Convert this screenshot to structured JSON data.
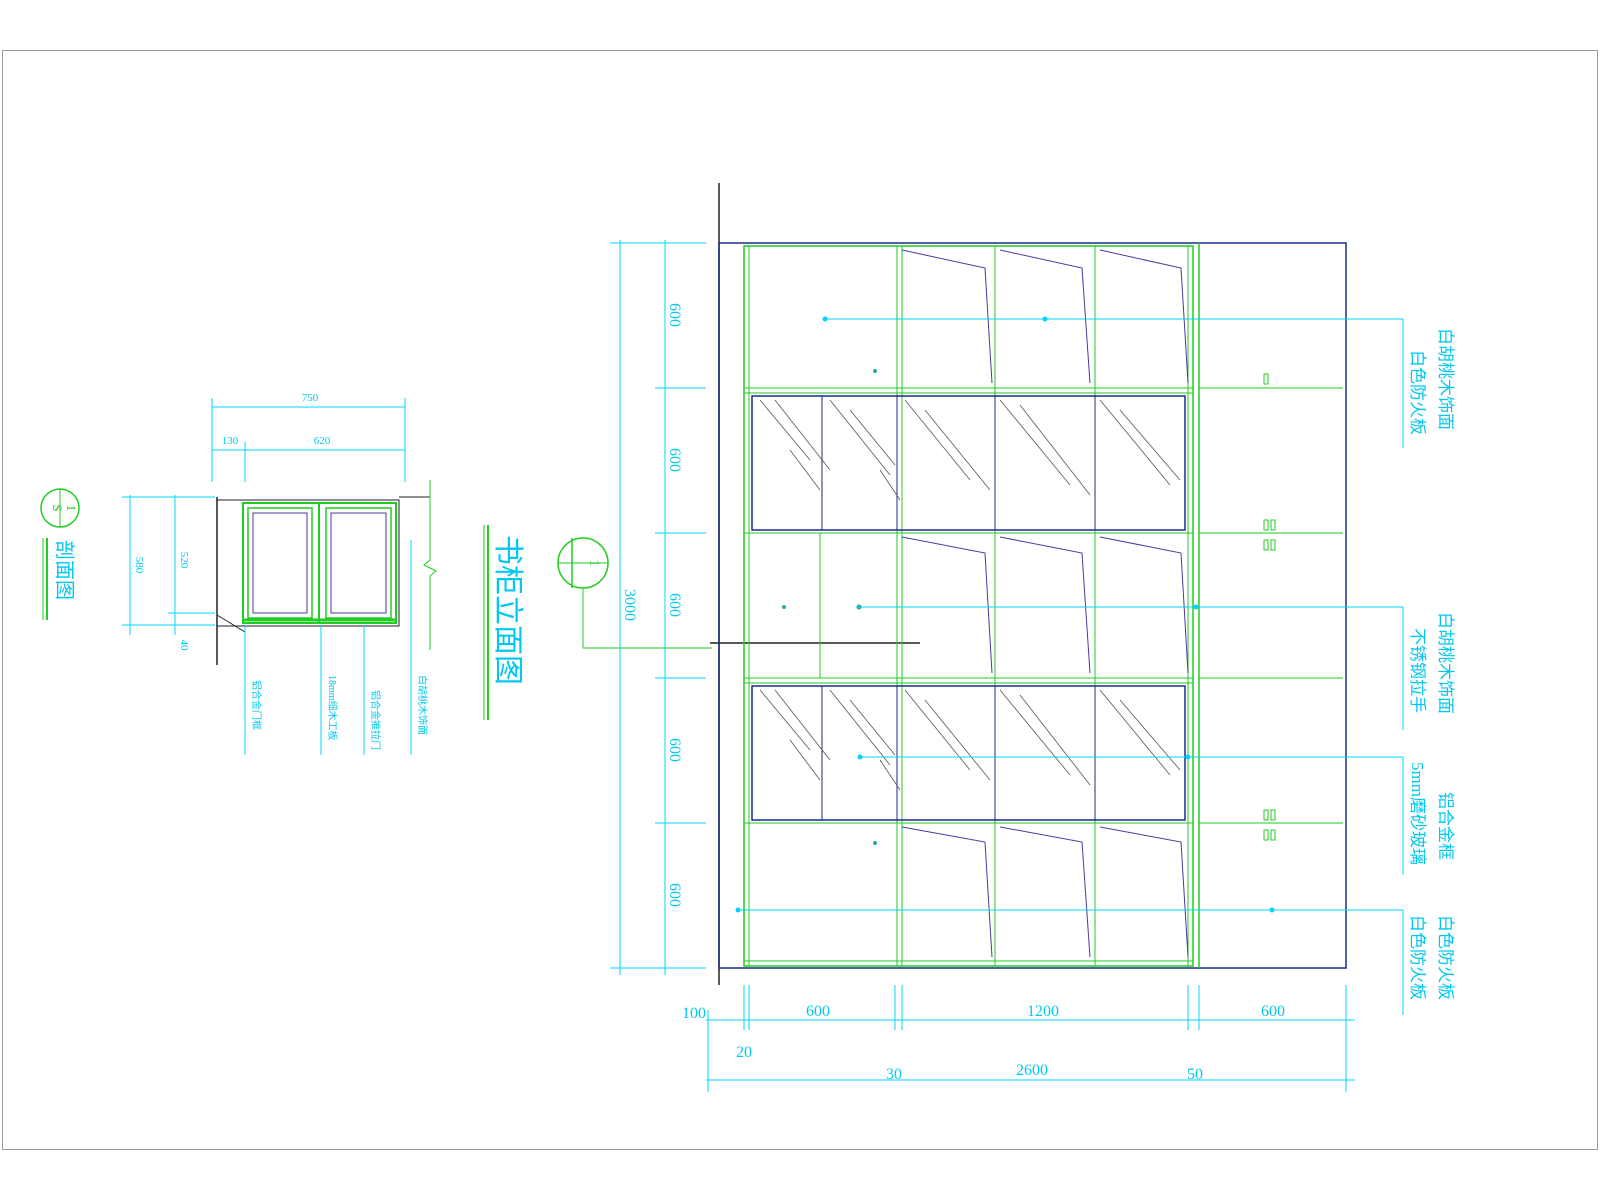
{
  "section": {
    "title": "剖面图",
    "symbol_top": "1",
    "symbol_bottom": "S",
    "dims": {
      "overall_width": "750",
      "left_width": "130",
      "inner_width": "620",
      "overall_height": "580",
      "inner_height": "520",
      "base": "40"
    },
    "callouts": [
      "铝合金门框",
      "18mm细木工板",
      "铝合金推拉门",
      "白胡桃木饰面"
    ]
  },
  "elevation": {
    "title": "书柜立面图",
    "section_marker": "1",
    "row_heights": [
      "600",
      "600",
      "600",
      "600",
      "600"
    ],
    "total_height": "3000",
    "bottom_dims": {
      "d100": "100",
      "d20": "20",
      "d600a": "600",
      "d1200": "1200",
      "d600b": "600",
      "d30": "30",
      "d2600": "2600",
      "d50": "50"
    },
    "callouts": [
      {
        "line1": "白胡桃木饰面",
        "line2": "白色防火板"
      },
      {
        "line1": "白胡桃木饰面",
        "line2": "不锈钢拉手"
      },
      {
        "line1": "铝合金框",
        "line2": "5mm磨砂玻璃"
      },
      {
        "line1": "白色防火板",
        "line2": "白色防火板"
      }
    ]
  },
  "colors": {
    "dimension": "#00d4ff",
    "cabinet": "#22cc22",
    "outline": "#1a2a8a",
    "frame": "#9a9a9a"
  }
}
